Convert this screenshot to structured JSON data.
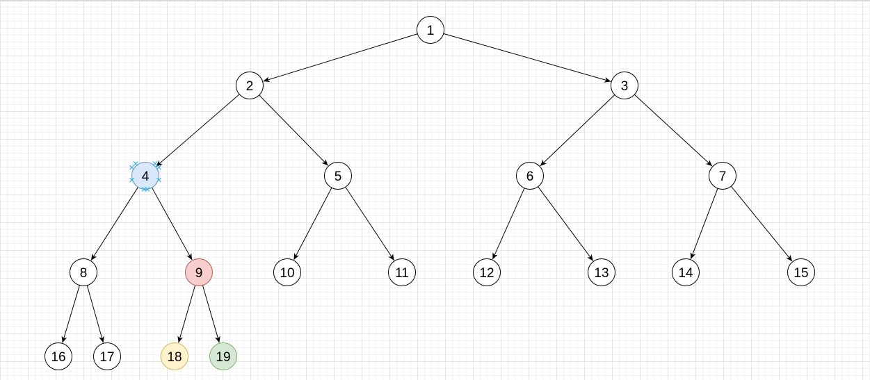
{
  "diagram": {
    "nodes": [
      {
        "id": "1",
        "label": "1",
        "fill": "#ffffff",
        "stroke": "#000000"
      },
      {
        "id": "2",
        "label": "2",
        "fill": "#ffffff",
        "stroke": "#000000"
      },
      {
        "id": "3",
        "label": "3",
        "fill": "#ffffff",
        "stroke": "#000000"
      },
      {
        "id": "4",
        "label": "4",
        "fill": "#dae8fc",
        "stroke": "#6c8ebf",
        "selected": true
      },
      {
        "id": "5",
        "label": "5",
        "fill": "#ffffff",
        "stroke": "#000000"
      },
      {
        "id": "6",
        "label": "6",
        "fill": "#ffffff",
        "stroke": "#000000"
      },
      {
        "id": "7",
        "label": "7",
        "fill": "#ffffff",
        "stroke": "#000000"
      },
      {
        "id": "8",
        "label": "8",
        "fill": "#ffffff",
        "stroke": "#000000"
      },
      {
        "id": "9",
        "label": "9",
        "fill": "#f8cecc",
        "stroke": "#b85450"
      },
      {
        "id": "10",
        "label": "10",
        "fill": "#ffffff",
        "stroke": "#000000"
      },
      {
        "id": "11",
        "label": "11",
        "fill": "#ffffff",
        "stroke": "#000000"
      },
      {
        "id": "12",
        "label": "12",
        "fill": "#ffffff",
        "stroke": "#000000"
      },
      {
        "id": "13",
        "label": "13",
        "fill": "#ffffff",
        "stroke": "#000000"
      },
      {
        "id": "14",
        "label": "14",
        "fill": "#ffffff",
        "stroke": "#000000"
      },
      {
        "id": "15",
        "label": "15",
        "fill": "#ffffff",
        "stroke": "#000000"
      },
      {
        "id": "16",
        "label": "16",
        "fill": "#ffffff",
        "stroke": "#000000"
      },
      {
        "id": "17",
        "label": "17",
        "fill": "#ffffff",
        "stroke": "#000000"
      },
      {
        "id": "18",
        "label": "18",
        "fill": "#fff2cc",
        "stroke": "#d6b656"
      },
      {
        "id": "19",
        "label": "19",
        "fill": "#d5e8d4",
        "stroke": "#82b366"
      }
    ],
    "edges": [
      {
        "from": "1",
        "to": "2"
      },
      {
        "from": "1",
        "to": "3"
      },
      {
        "from": "2",
        "to": "4"
      },
      {
        "from": "2",
        "to": "5"
      },
      {
        "from": "3",
        "to": "6"
      },
      {
        "from": "3",
        "to": "7"
      },
      {
        "from": "4",
        "to": "8"
      },
      {
        "from": "4",
        "to": "9"
      },
      {
        "from": "5",
        "to": "10"
      },
      {
        "from": "5",
        "to": "11"
      },
      {
        "from": "6",
        "to": "12"
      },
      {
        "from": "6",
        "to": "13"
      },
      {
        "from": "7",
        "to": "14"
      },
      {
        "from": "7",
        "to": "15"
      },
      {
        "from": "8",
        "to": "16"
      },
      {
        "from": "8",
        "to": "17"
      },
      {
        "from": "9",
        "to": "18"
      },
      {
        "from": "9",
        "to": "19"
      }
    ],
    "selection_handle_color": "#29b6f2"
  }
}
